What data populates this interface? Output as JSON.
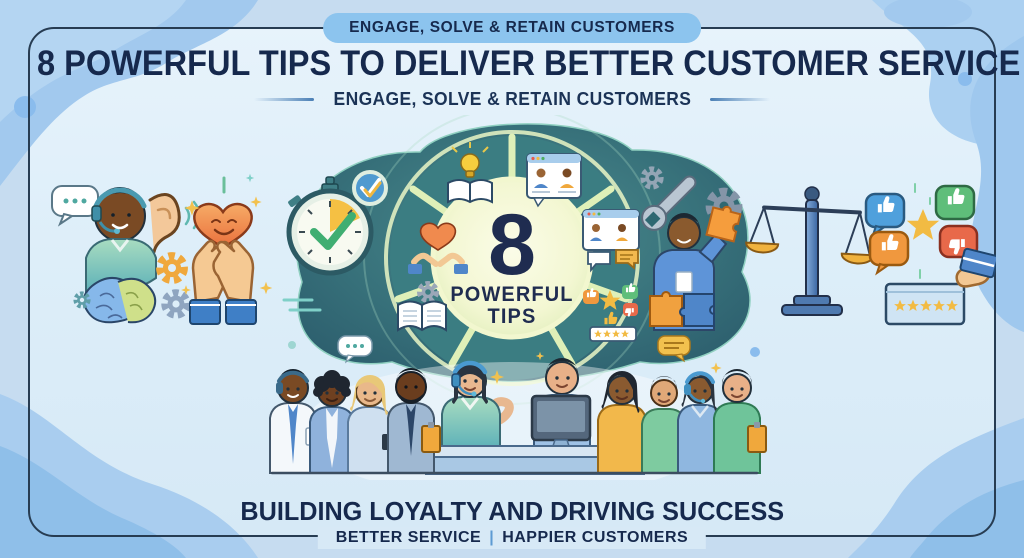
{
  "badge": {
    "label": "ENGAGE, SOLVE & RETAIN CUSTOMERS"
  },
  "header": {
    "title": "8 POWERFUL TIPS TO DELIVER BETTER CUSTOMER SERVICE",
    "subtitle": "ENGAGE, SOLVE & RETAIN CUSTOMERS"
  },
  "wheel": {
    "number": "8",
    "label_top": "POWERFUL",
    "label_bottom": "TIPS",
    "segment_icons": [
      "idea-book-icon",
      "customer-profiles-icon",
      "care-heart-hands-icon",
      "customer-conversation-icon",
      "knowledge-book-gear-icon",
      "ratings-feedback-icon"
    ]
  },
  "side_icons": {
    "left": [
      "active-listening-icon",
      "empathy-heart-hands-icon"
    ],
    "center": [
      "timeliness-stopwatch-icon",
      "problem-solving-puzzle-icon"
    ],
    "right": [
      "balance-scales-icon",
      "customer-feedback-icon"
    ]
  },
  "footer": {
    "headline": "BUILDING LOYALTY AND DRIVING SUCCESS",
    "tagline_left": "BETTER SERVICE",
    "tagline_separator": "|",
    "tagline_right": "HAPPIER CUSTOMERS"
  },
  "colors": {
    "outer_background": "#c6dcf0",
    "inner_background": "#ddeef9",
    "frame_border": "#273c52",
    "badge_background": "#8cc4ee",
    "heading_text": "#16294d",
    "wheel_teal": "#35747e",
    "wheel_spokes": "#dff0b8",
    "wheel_center": "#f6f9dd",
    "accent_orange": "#f0a03e",
    "accent_gold": "#f2bb43",
    "accent_blue": "#4f86c9",
    "tagline_separator_blue": "#5d9bd3"
  }
}
